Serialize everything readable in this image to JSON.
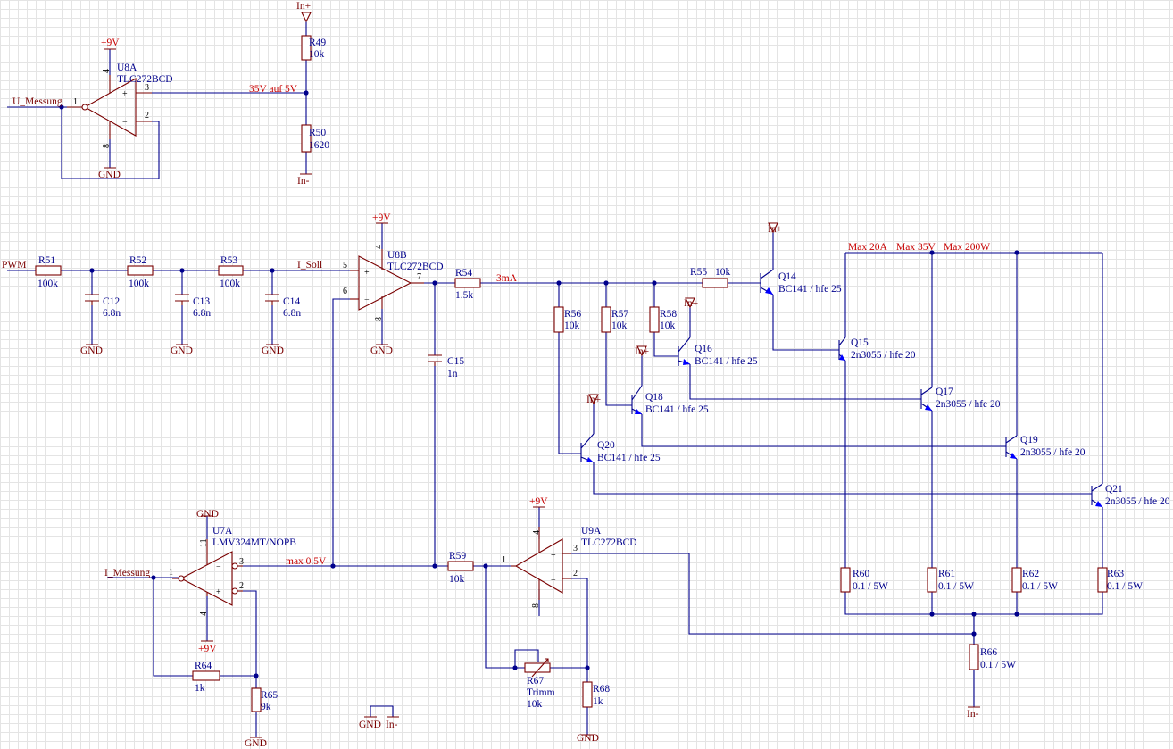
{
  "labels": {
    "u_messung": "U_Messung",
    "i_messung": "I_Messung",
    "pwm": "PWM",
    "i_soll": "I_Soll",
    "v35_auf_5v": "35V auf 5V",
    "max_05v": "max 0.5V",
    "ma3": "3mA",
    "max20a": "Max 20A",
    "max35v": "Max 35V",
    "max200w": "Max 200W"
  },
  "power": {
    "plus9v": "+9V",
    "gnd": "GND",
    "in_plus": "In+",
    "in_minus": "In-"
  },
  "parts": {
    "U8A": {
      "ref": "U8A",
      "value": "TLC272BCD"
    },
    "U8B": {
      "ref": "U8B",
      "value": "TLC272BCD"
    },
    "U7A": {
      "ref": "U7A",
      "value": "LMV324MT/NOPB"
    },
    "U9A": {
      "ref": "U9A",
      "value": "TLC272BCD"
    },
    "R49": {
      "ref": "R49",
      "value": "10k"
    },
    "R50": {
      "ref": "R50",
      "value": "1620"
    },
    "R51": {
      "ref": "R51",
      "value": "100k"
    },
    "R52": {
      "ref": "R52",
      "value": "100k"
    },
    "R53": {
      "ref": "R53",
      "value": "100k"
    },
    "R54": {
      "ref": "R54",
      "value": "1.5k"
    },
    "R55": {
      "ref": "R55",
      "value": "10k"
    },
    "R56": {
      "ref": "R56",
      "value": "10k"
    },
    "R57": {
      "ref": "R57",
      "value": "10k"
    },
    "R58": {
      "ref": "R58",
      "value": "10k"
    },
    "R59": {
      "ref": "R59",
      "value": "10k"
    },
    "R60": {
      "ref": "R60",
      "value": "0.1 / 5W"
    },
    "R61": {
      "ref": "R61",
      "value": "0.1 / 5W"
    },
    "R62": {
      "ref": "R62",
      "value": "0.1 / 5W"
    },
    "R63": {
      "ref": "R63",
      "value": "0.1 / 5W"
    },
    "R64": {
      "ref": "R64",
      "value": "1k"
    },
    "R65": {
      "ref": "R65",
      "value": "9k"
    },
    "R66": {
      "ref": "R66",
      "value": "0.1 / 5W"
    },
    "R67": {
      "ref": "R67",
      "value": "Trimm",
      "value2": "10k"
    },
    "R68": {
      "ref": "R68",
      "value": "1k"
    },
    "C12": {
      "ref": "C12",
      "value": "6.8n"
    },
    "C13": {
      "ref": "C13",
      "value": "6.8n"
    },
    "C14": {
      "ref": "C14",
      "value": "6.8n"
    },
    "C15": {
      "ref": "C15",
      "value": "1n"
    },
    "Q14": {
      "ref": "Q14",
      "value": "BC141 / hfe 25"
    },
    "Q15": {
      "ref": "Q15",
      "value": "2n3055 / hfe 20"
    },
    "Q16": {
      "ref": "Q16",
      "value": "BC141 / hfe 25"
    },
    "Q17": {
      "ref": "Q17",
      "value": "2n3055 / hfe 20"
    },
    "Q18": {
      "ref": "Q18",
      "value": "BC141 / hfe 25"
    },
    "Q19": {
      "ref": "Q19",
      "value": "2n3055 / hfe 20"
    },
    "Q20": {
      "ref": "Q20",
      "value": "BC141 / hfe 25"
    },
    "Q21": {
      "ref": "Q21",
      "value": "2n3055 / hfe 20"
    }
  },
  "pins": {
    "p1": "1",
    "p2": "2",
    "p3": "3",
    "p4": "4",
    "p5": "5",
    "p6": "6",
    "p7": "7",
    "p8": "8",
    "p11": "11",
    "plus": "+",
    "minus": "−"
  }
}
